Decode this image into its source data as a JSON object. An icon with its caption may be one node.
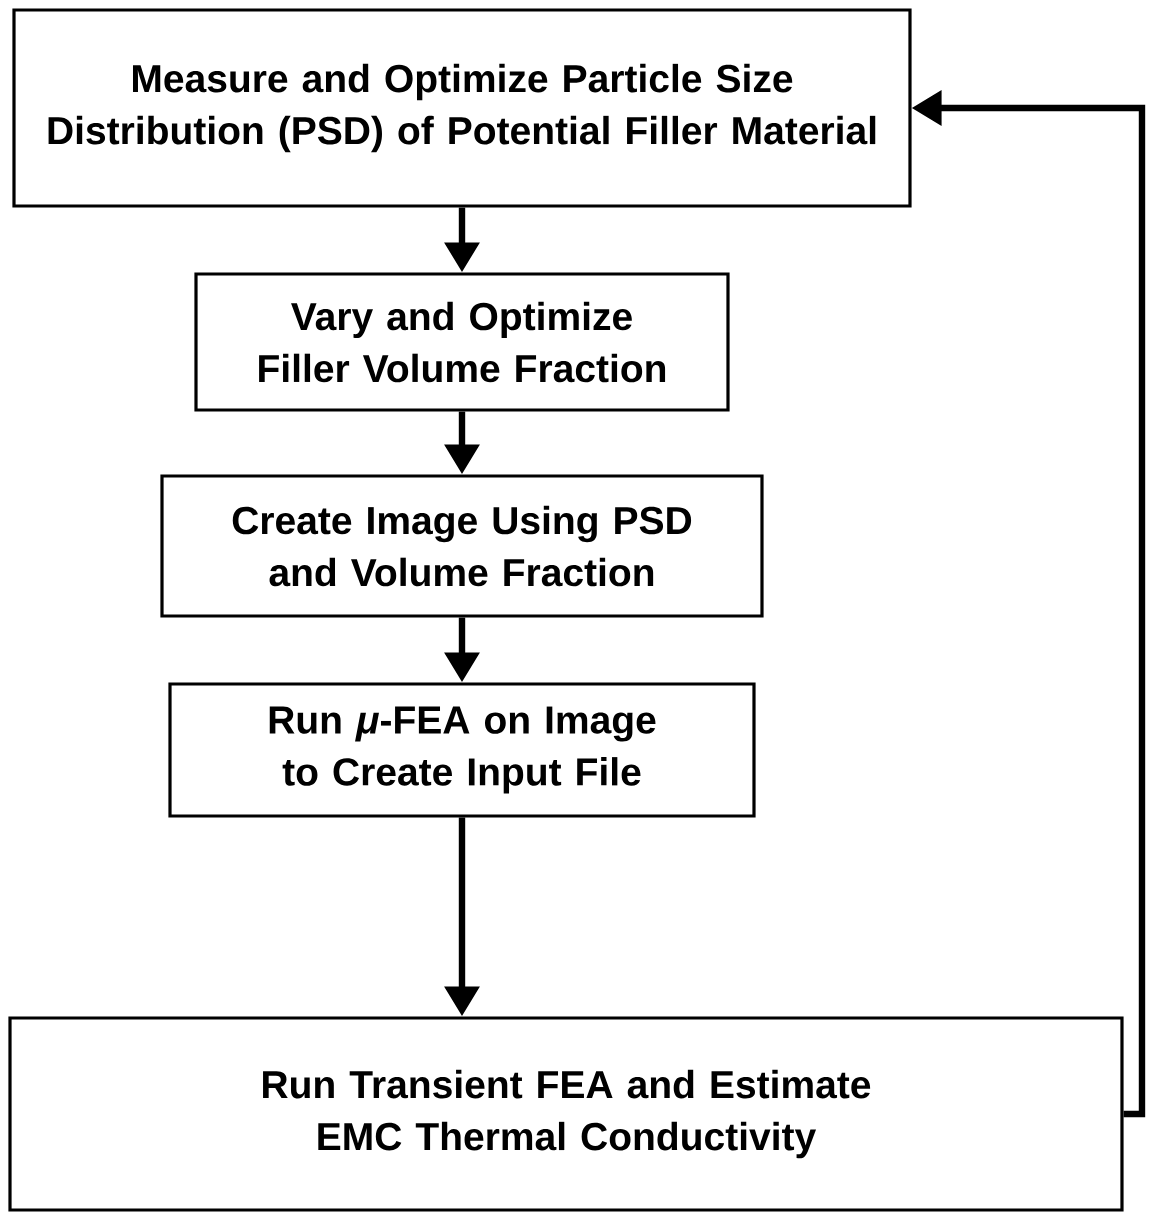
{
  "diagram": {
    "nodes": [
      {
        "text": [
          "Measure and Optimize Particle Size Distribution (PSD) of Potential Filler Material"
        ]
      },
      {
        "text": [
          "Vary and Optimize Filler Volume Fraction"
        ]
      },
      {
        "text": [
          "Create Image Using PSD and Volume Fraction"
        ]
      },
      {
        "text": [
          "Run *μ*-FEA on Image to Create Input File"
        ]
      },
      {
        "text": [
          "Run Transient FEA and Estimate EMC Thermal Conductivity"
        ]
      }
    ],
    "edges": [
      {
        "from": 0,
        "to": 1,
        "arrow": "to"
      },
      {
        "from": 1,
        "to": 2,
        "arrow": "to"
      },
      {
        "from": 2,
        "to": 3,
        "arrow": "to"
      },
      {
        "from": 3,
        "to": 4,
        "arrow": "to"
      },
      {
        "from": 4,
        "to": 0,
        "arrow": "to"
      }
    ]
  }
}
